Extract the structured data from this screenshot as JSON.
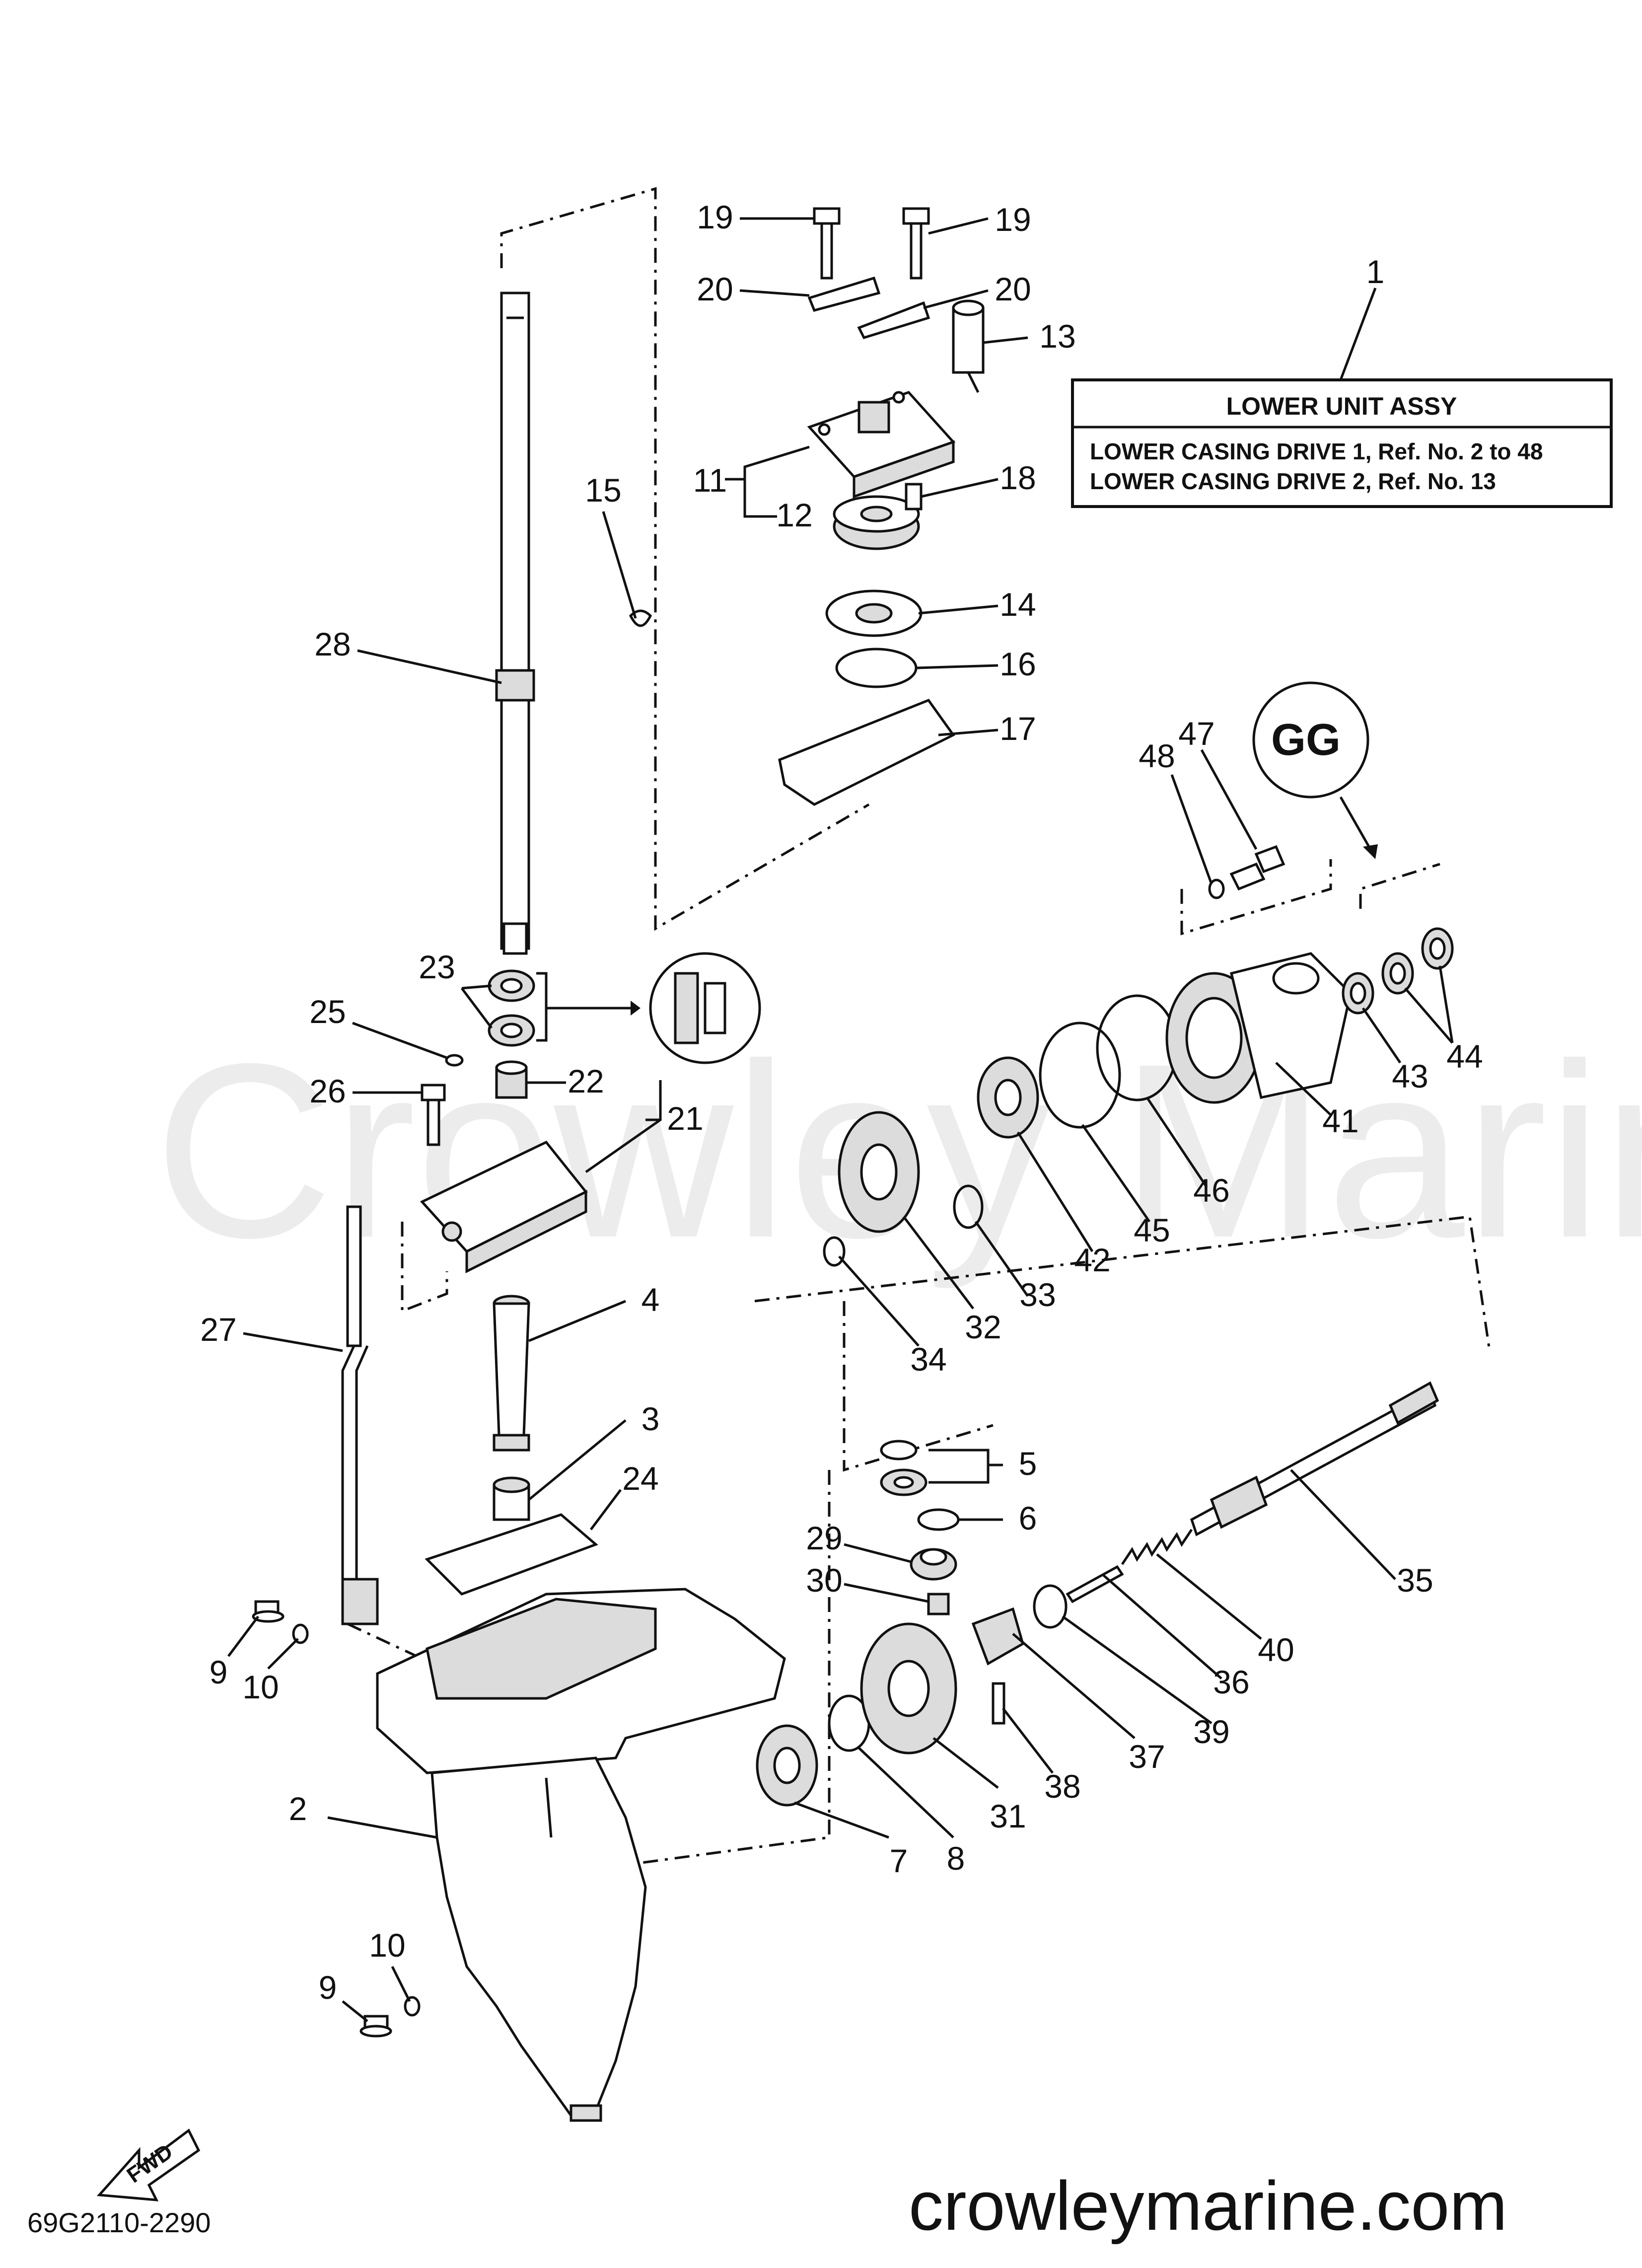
{
  "watermark": "Crowley Marine",
  "website": "crowleymarine.com",
  "diagram_code": "69G2110-2290",
  "fwd_label": "FWD",
  "assy_box": {
    "title": "LOWER UNIT ASSY",
    "line1": "LOWER CASING DRIVE 1, Ref. No. 2 to 48",
    "line2": "LOWER CASING DRIVE 2, Ref. No. 13"
  },
  "callouts": [
    {
      "id": "c1",
      "text": "1"
    },
    {
      "id": "c2",
      "text": "2"
    },
    {
      "id": "c3",
      "text": "3"
    },
    {
      "id": "c4",
      "text": "4"
    },
    {
      "id": "c5",
      "text": "5"
    },
    {
      "id": "c6",
      "text": "6"
    },
    {
      "id": "c7",
      "text": "7"
    },
    {
      "id": "c8",
      "text": "8"
    },
    {
      "id": "c9a",
      "text": "9"
    },
    {
      "id": "c9b",
      "text": "9"
    },
    {
      "id": "c10a",
      "text": "10"
    },
    {
      "id": "c10b",
      "text": "10"
    },
    {
      "id": "c11",
      "text": "11"
    },
    {
      "id": "c12",
      "text": "12"
    },
    {
      "id": "c13",
      "text": "13"
    },
    {
      "id": "c14",
      "text": "14"
    },
    {
      "id": "c15",
      "text": "15"
    },
    {
      "id": "c16",
      "text": "16"
    },
    {
      "id": "c17",
      "text": "17"
    },
    {
      "id": "c18",
      "text": "18"
    },
    {
      "id": "c19a",
      "text": "19"
    },
    {
      "id": "c19b",
      "text": "19"
    },
    {
      "id": "c20a",
      "text": "20"
    },
    {
      "id": "c20b",
      "text": "20"
    },
    {
      "id": "c21",
      "text": "21"
    },
    {
      "id": "c22",
      "text": "22"
    },
    {
      "id": "c23",
      "text": "23"
    },
    {
      "id": "c24",
      "text": "24"
    },
    {
      "id": "c25",
      "text": "25"
    },
    {
      "id": "c26",
      "text": "26"
    },
    {
      "id": "c27",
      "text": "27"
    },
    {
      "id": "c28",
      "text": "28"
    },
    {
      "id": "c29",
      "text": "29"
    },
    {
      "id": "c30",
      "text": "30"
    },
    {
      "id": "c31",
      "text": "31"
    },
    {
      "id": "c32",
      "text": "32"
    },
    {
      "id": "c33",
      "text": "33"
    },
    {
      "id": "c34",
      "text": "34"
    },
    {
      "id": "c35",
      "text": "35"
    },
    {
      "id": "c36",
      "text": "36"
    },
    {
      "id": "c37",
      "text": "37"
    },
    {
      "id": "c38",
      "text": "38"
    },
    {
      "id": "c39",
      "text": "39"
    },
    {
      "id": "c40",
      "text": "40"
    },
    {
      "id": "c41",
      "text": "41"
    },
    {
      "id": "c42",
      "text": "42"
    },
    {
      "id": "c43",
      "text": "43"
    },
    {
      "id": "c44",
      "text": "44"
    },
    {
      "id": "c45",
      "text": "45"
    },
    {
      "id": "c46",
      "text": "46"
    },
    {
      "id": "c47",
      "text": "47"
    },
    {
      "id": "c48",
      "text": "48"
    }
  ]
}
